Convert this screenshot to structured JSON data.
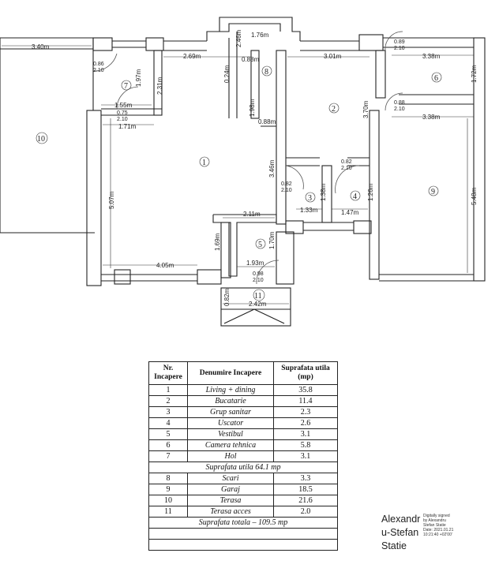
{
  "plan": {
    "dimensions": [
      "3.40m",
      "1.76m",
      "2.69m",
      "3.01m",
      "3.38m",
      "3.38m",
      "1.55m",
      "1.71m",
      "1.97m",
      "2.31m",
      "0.24m",
      "2.46m",
      "0.88m",
      "1.98m",
      "0.88m",
      "3.70m",
      "1.72m",
      "3.46m",
      "5.07m",
      "5.48m",
      "2.11m",
      "1.33m",
      "1.47m",
      "1.26m",
      "1.69m",
      "1.93m",
      "1.70m",
      "4.05m",
      "2.42m",
      "0.82m",
      "1.38m"
    ],
    "doors": [
      "0.86",
      "2.10",
      "0.75",
      "2.10",
      "0.89",
      "2.10",
      "0.88",
      "2.10",
      "0.82",
      "2.10",
      "0.82",
      "2.10",
      "0.98",
      "2.10"
    ],
    "room_numbers": [
      "1",
      "2",
      "3",
      "4",
      "5",
      "6",
      "7",
      "8",
      "9",
      "10",
      "11"
    ]
  },
  "table": {
    "headers": [
      "Nr. Incapere",
      "Denumire Incapere",
      "Suprafata utila (mp)"
    ],
    "rows": [
      {
        "nr": "1",
        "name": "Living + dining",
        "area": "35.8"
      },
      {
        "nr": "2",
        "name": "Bucatarie",
        "area": "11.4"
      },
      {
        "nr": "3",
        "name": "Grup sanitar",
        "area": "2.3"
      },
      {
        "nr": "4",
        "name": "Uscator",
        "area": "2.6"
      },
      {
        "nr": "5",
        "name": "Vestibul",
        "area": "3.1"
      },
      {
        "nr": "6",
        "name": "Camera tehnica",
        "area": "5.8"
      },
      {
        "nr": "7",
        "name": "Hol",
        "area": "3.1"
      }
    ],
    "subtotal": "Suprafata utila   64.1 mp",
    "rows2": [
      {
        "nr": "8",
        "name": "Scari",
        "area": "3.3"
      },
      {
        "nr": "9",
        "name": "Garaj",
        "area": "18.5"
      },
      {
        "nr": "10",
        "name": "Terasa",
        "area": "21.6"
      },
      {
        "nr": "11",
        "name": "Terasa acces",
        "area": "2.0"
      }
    ],
    "total": "Suprafata totala – 109.5 mp"
  },
  "signature": {
    "name_line1": "Alexandr",
    "name_line2": "u-Stefan",
    "name_line3": "Statie",
    "small_lines": [
      "Digitally signed",
      "by Alexandru",
      "Stefan Statie",
      "Date: 2021.01.21",
      "10:21:40 +02'00'"
    ]
  }
}
